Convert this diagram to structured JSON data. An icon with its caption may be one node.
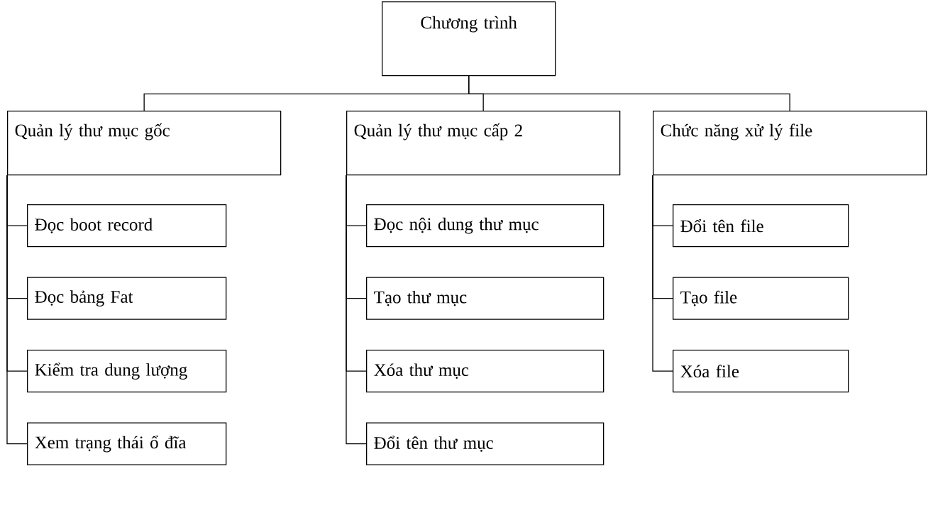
{
  "diagram": {
    "nodes": [
      {
        "text": [
          "Chương trình"
        ]
      },
      {
        "text": [
          "Quản lý thư mục gốc"
        ]
      },
      {
        "text": [
          "Đọc boot record"
        ]
      },
      {
        "text": [
          "Đọc bảng Fat"
        ]
      },
      {
        "text": [
          "Kiểm tra dung lượng"
        ]
      },
      {
        "text": [
          "Xem trạng thái ổ đĩa"
        ]
      },
      {
        "text": [
          "Quản lý thư mục cấp 2"
        ]
      },
      {
        "text": [
          "Đọc nội dung thư mục"
        ]
      },
      {
        "text": [
          "Tạo thư mục"
        ]
      },
      {
        "text": [
          "Xóa thư mục"
        ]
      },
      {
        "text": [
          "Đổi tên thư mục"
        ]
      },
      {
        "text": [
          "Chức năng xử lý file"
        ]
      },
      {
        "text": [
          "Đổi tên file"
        ]
      },
      {
        "text": [
          "Tạo file"
        ]
      },
      {
        "text": [
          "Xóa file"
        ]
      }
    ],
    "edges": [
      {
        "from": 0,
        "to": 1,
        "arrow": "none"
      },
      {
        "from": 0,
        "to": 6,
        "arrow": "none"
      },
      {
        "from": 0,
        "to": 11,
        "arrow": "none"
      },
      {
        "from": 1,
        "to": 2,
        "arrow": "none"
      },
      {
        "from": 1,
        "to": 3,
        "arrow": "none"
      },
      {
        "from": 1,
        "to": 4,
        "arrow": "none"
      },
      {
        "from": 1,
        "to": 5,
        "arrow": "none"
      },
      {
        "from": 6,
        "to": 7,
        "arrow": "none"
      },
      {
        "from": 6,
        "to": 8,
        "arrow": "none"
      },
      {
        "from": 6,
        "to": 9,
        "arrow": "none"
      },
      {
        "from": 6,
        "to": 10,
        "arrow": "none"
      },
      {
        "from": 11,
        "to": 12,
        "arrow": "none"
      },
      {
        "from": 11,
        "to": 13,
        "arrow": "none"
      },
      {
        "from": 11,
        "to": 14,
        "arrow": "none"
      }
    ]
  }
}
